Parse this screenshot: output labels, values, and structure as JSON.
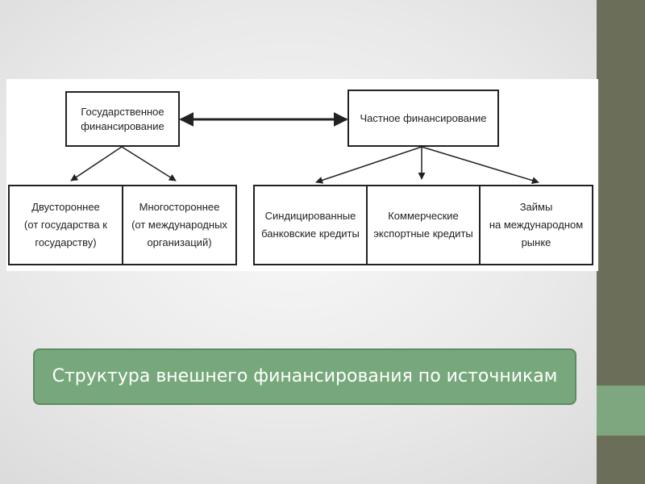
{
  "diagram": {
    "gov_box": "Государственное\nфинансирование",
    "private_box": "Частное финансирование",
    "gov_children": [
      "Двустороннее\n(от государства к\nгосударству)",
      "Многостороннее\n(от международных\nорганизаций)"
    ],
    "private_children": [
      "Синдицированные\nбанковские кредиты",
      "Коммерческие\nэкспортные кредиты",
      "Займы\nна международном\nрынке"
    ]
  },
  "caption": "Структура внешнего финансирования по источникам",
  "colors": {
    "side_dark": "#6b6e59",
    "side_light": "#7fa77f",
    "caption_bg": "#77a87b"
  }
}
